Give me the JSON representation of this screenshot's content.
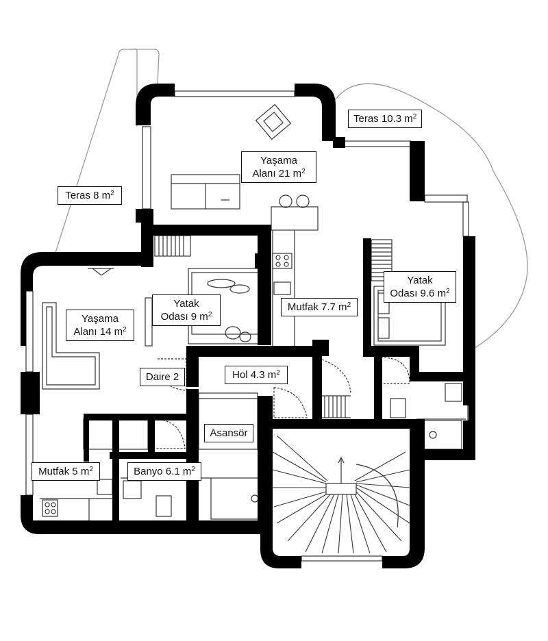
{
  "plan": {
    "rooms": [
      {
        "id": "teras-8",
        "line1": "Teras 8 m",
        "sup": "2"
      },
      {
        "id": "yasama-21-a",
        "line1": "Yaşama"
      },
      {
        "id": "yasama-21-b",
        "line1": "Alanı 21 m",
        "sup": "2"
      },
      {
        "id": "teras-10",
        "line1": "Teras 10.3 m",
        "sup": "2"
      },
      {
        "id": "yatak-96-a",
        "line1": "Yatak"
      },
      {
        "id": "yatak-96-b",
        "line1": "Odası 9.6 m",
        "sup": "2"
      },
      {
        "id": "yasama-14-a",
        "line1": "Yaşama"
      },
      {
        "id": "yasama-14-b",
        "line1": "Alanı 14 m",
        "sup": "2"
      },
      {
        "id": "yatak-9-a",
        "line1": "Yatak"
      },
      {
        "id": "yatak-9-b",
        "line1": "Odası 9 m",
        "sup": "2"
      },
      {
        "id": "mutfak-77",
        "line1": "Mutfak 7.7 m",
        "sup": "2"
      },
      {
        "id": "hol",
        "line1": "Hol 4.3 m",
        "sup": "2"
      },
      {
        "id": "daire",
        "line1": "Daire 2"
      },
      {
        "id": "asansor",
        "line1": "Asansör"
      },
      {
        "id": "mutfak-5",
        "line1": "Mutfak 5 m",
        "sup": "2"
      },
      {
        "id": "banyo",
        "line1": "Banyo 6.1 m",
        "sup": "2"
      }
    ],
    "colors": {
      "wall": "#000000",
      "line": "#111111",
      "light": "#9a9a9a",
      "background": "#ffffff"
    }
  }
}
